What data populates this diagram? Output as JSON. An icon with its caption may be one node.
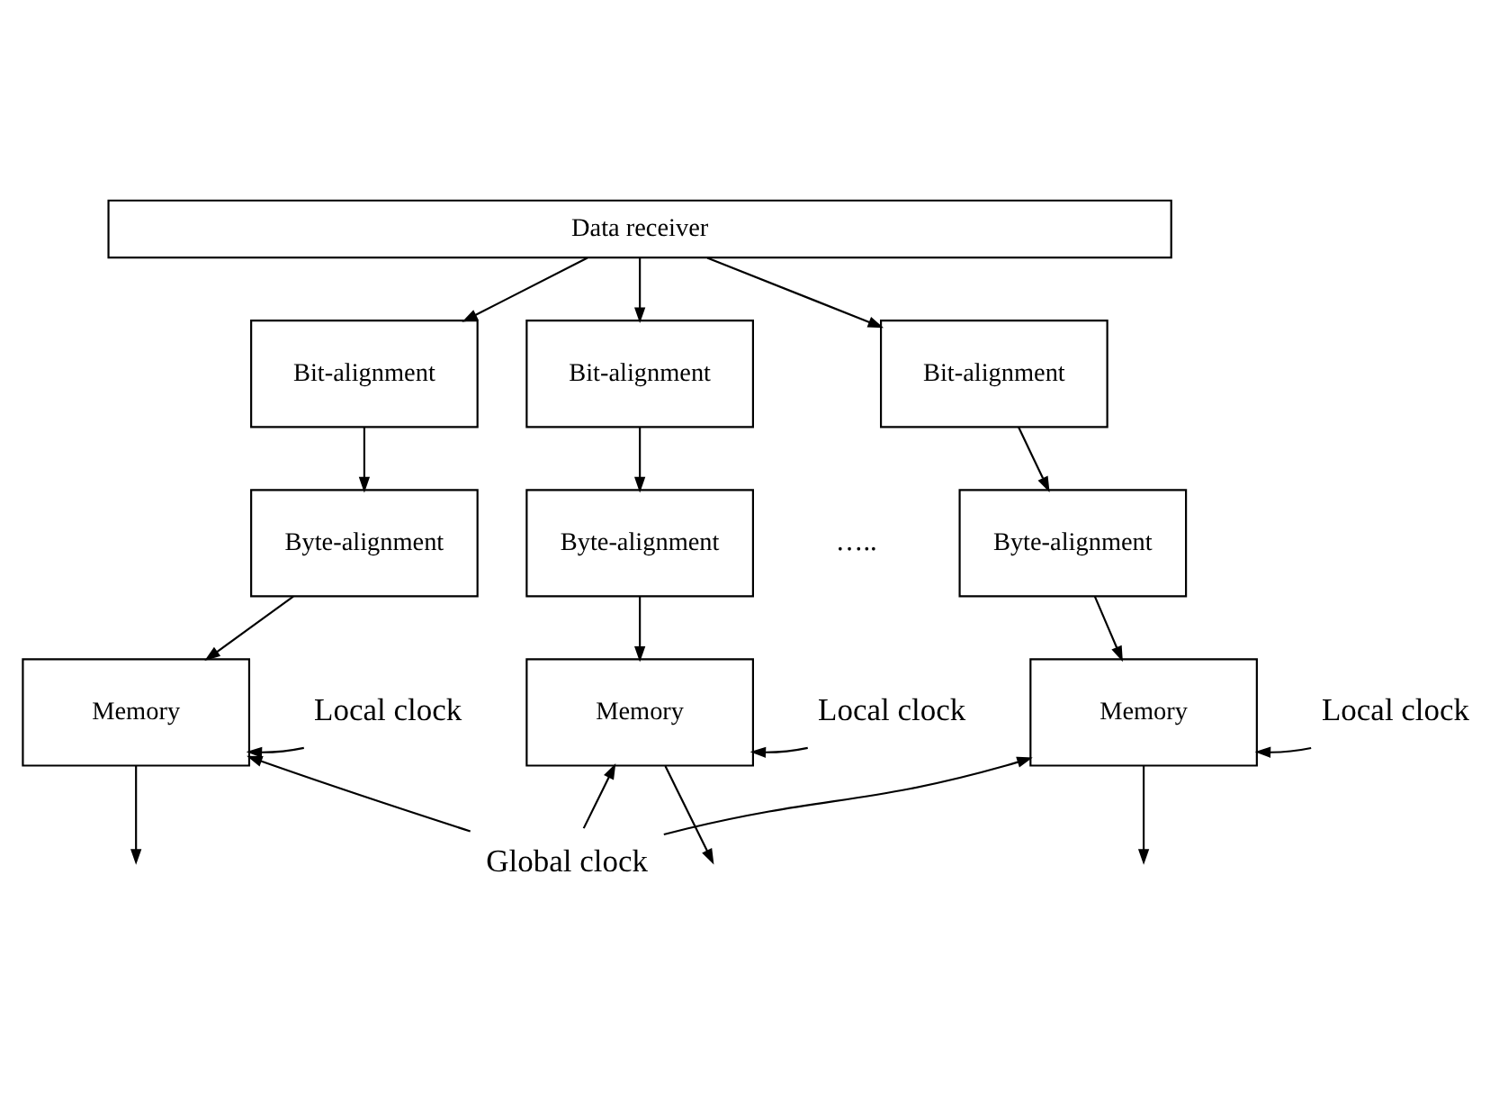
{
  "diagram": {
    "nodes": [
      {
        "text": [
          "Data receiver"
        ]
      },
      {
        "text": [
          "Bit-alignment"
        ]
      },
      {
        "text": [
          "Bit-alignment"
        ]
      },
      {
        "text": [
          "Bit-alignment"
        ]
      },
      {
        "text": [
          "Byte-alignment"
        ]
      },
      {
        "text": [
          "Byte-alignment"
        ]
      },
      {
        "text": [
          "Byte-alignment"
        ]
      },
      {
        "text": [
          "Memory"
        ]
      },
      {
        "text": [
          "Memory"
        ]
      },
      {
        "text": [
          "Memory"
        ]
      },
      {
        "text": [
          "Local clock"
        ]
      },
      {
        "text": [
          "Local clock"
        ]
      },
      {
        "text": [
          "Local clock"
        ]
      },
      {
        "text": [
          "Global clock"
        ]
      }
    ],
    "edges": [
      {
        "from": 0,
        "to": 1,
        "arrow": "to"
      },
      {
        "from": 0,
        "to": 2,
        "arrow": "to"
      },
      {
        "from": 0,
        "to": 3,
        "arrow": "to"
      },
      {
        "from": 1,
        "to": 4,
        "arrow": "to"
      },
      {
        "from": 2,
        "to": 5,
        "arrow": "to"
      },
      {
        "from": 3,
        "to": 6,
        "arrow": "to"
      },
      {
        "from": 4,
        "to": 7,
        "arrow": "to"
      },
      {
        "from": 5,
        "to": 8,
        "arrow": "to"
      },
      {
        "from": 6,
        "to": 9,
        "arrow": "to"
      },
      {
        "from": 10,
        "to": 7,
        "arrow": "to"
      },
      {
        "from": 11,
        "to": 8,
        "arrow": "to"
      },
      {
        "from": 12,
        "to": 9,
        "arrow": "to"
      },
      {
        "from": 13,
        "to": 7,
        "arrow": "to"
      },
      {
        "from": 13,
        "to": 8,
        "arrow": "to"
      },
      {
        "from": 13,
        "to": 9,
        "arrow": "to"
      },
      {
        "from": 7,
        "to": null,
        "arrow": "to"
      },
      {
        "from": 8,
        "to": null,
        "arrow": "to"
      },
      {
        "from": 9,
        "to": null,
        "arrow": "to"
      }
    ],
    "labels": [
      "….."
    ]
  }
}
